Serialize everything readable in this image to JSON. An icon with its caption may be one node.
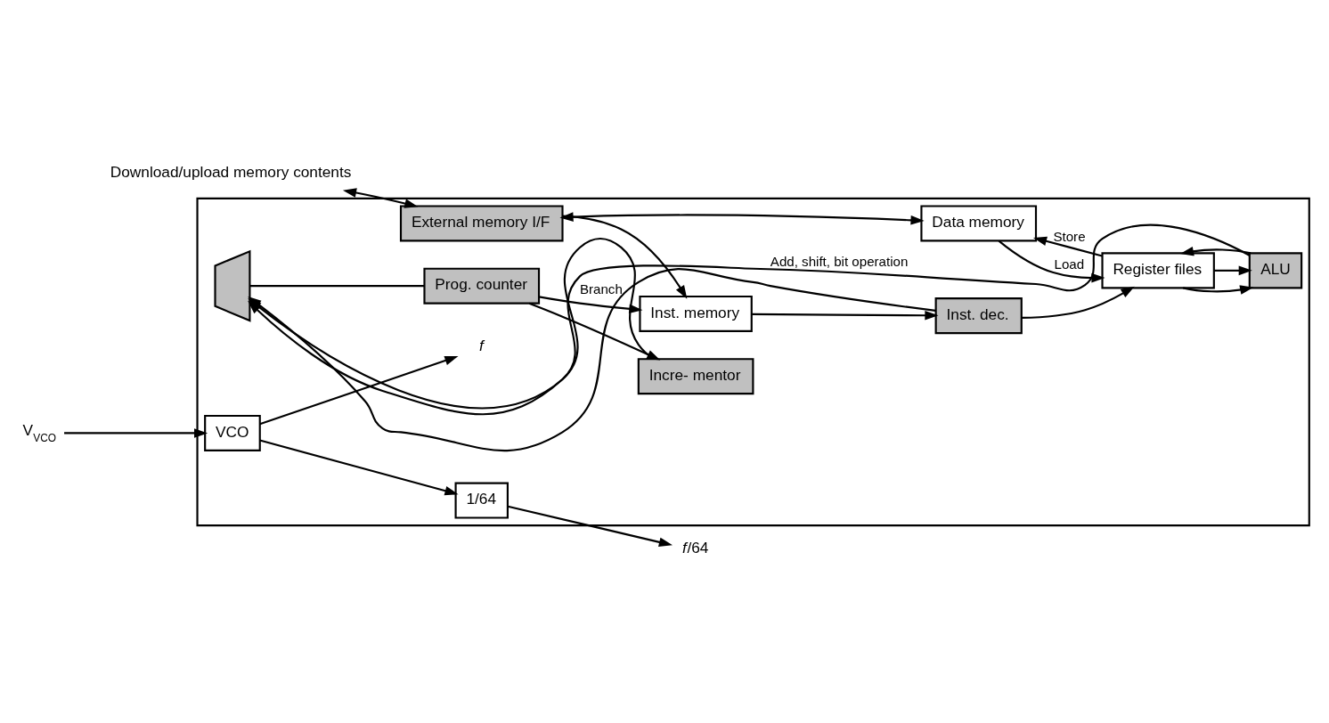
{
  "diagram": {
    "nodes": [
      {
        "text": [],
        "shape": "box"
      },
      {
        "text": [
          "V$_{VCO}$"
        ]
      },
      {
        "text": [
          "*f*/64"
        ]
      },
      {
        "text": [
          "Download/upload memory contents"
        ]
      },
      {
        "text": [
          "VCO"
        ],
        "in": 0
      },
      {
        "text": [
          "1/64"
        ],
        "in": 0
      },
      {
        "text": [
          "External memory I/F"
        ],
        "in": 0
      },
      {
        "text": [
          "f"
        ],
        "in": 0
      },
      {
        "text": [
          "Data memory"
        ],
        "in": 0
      },
      {
        "text": [],
        "shape": "trapezoid",
        "in": 0
      },
      {
        "text": [
          "Prog. counter"
        ],
        "in": 0
      },
      {
        "text": [
          "Inst. memory"
        ],
        "in": 0
      },
      {
        "text": [
          "Inst. dec."
        ],
        "in": 0
      },
      {
        "text": [
          "Register files"
        ],
        "in": 0
      },
      {
        "text": [
          "ALU"
        ],
        "in": 0
      },
      {
        "text": [
          "Incre- mentor"
        ],
        "in": 0
      }
    ],
    "edges": [
      {
        "from": 1,
        "to": 4,
        "arrow": "to"
      },
      {
        "from": 5,
        "to": 2,
        "arrow": "to"
      },
      {
        "from": 3,
        "to": 6,
        "arrow": "both"
      },
      {
        "from": 4,
        "to": 7,
        "arrow": "to"
      },
      {
        "from": 4,
        "to": 5,
        "arrow": "to"
      },
      {
        "from": 6,
        "to": 11,
        "arrow": "to"
      },
      {
        "from": 6,
        "to": 8,
        "arrow": "both"
      },
      {
        "from": 13,
        "to": 8,
        "arrow": "to",
        "label": "Store"
      },
      {
        "from": 9,
        "to": 10,
        "arrow": "none"
      },
      {
        "from": 10,
        "to": 11,
        "arrow": "to"
      },
      {
        "from": 10,
        "to": 15,
        "arrow": "to"
      },
      {
        "from": 15,
        "to": 9,
        "arrow": "to"
      },
      {
        "from": 11,
        "to": 12,
        "arrow": "to"
      },
      {
        "from": 12,
        "to": 13,
        "arrow": "to"
      },
      {
        "from": 12,
        "to": 9,
        "arrow": "to",
        "label": "Branch"
      },
      {
        "from": 8,
        "to": 13,
        "arrow": "to",
        "label": "Load"
      },
      {
        "from": 13,
        "to": 14,
        "arrow": "to"
      },
      {
        "from": 13,
        "to": 14,
        "arrow": "to"
      },
      {
        "from": 14,
        "to": 9,
        "arrow": "to",
        "label": "Add, shift, bit operation"
      },
      {
        "from": 14,
        "to": 13,
        "arrow": "to"
      }
    ]
  }
}
